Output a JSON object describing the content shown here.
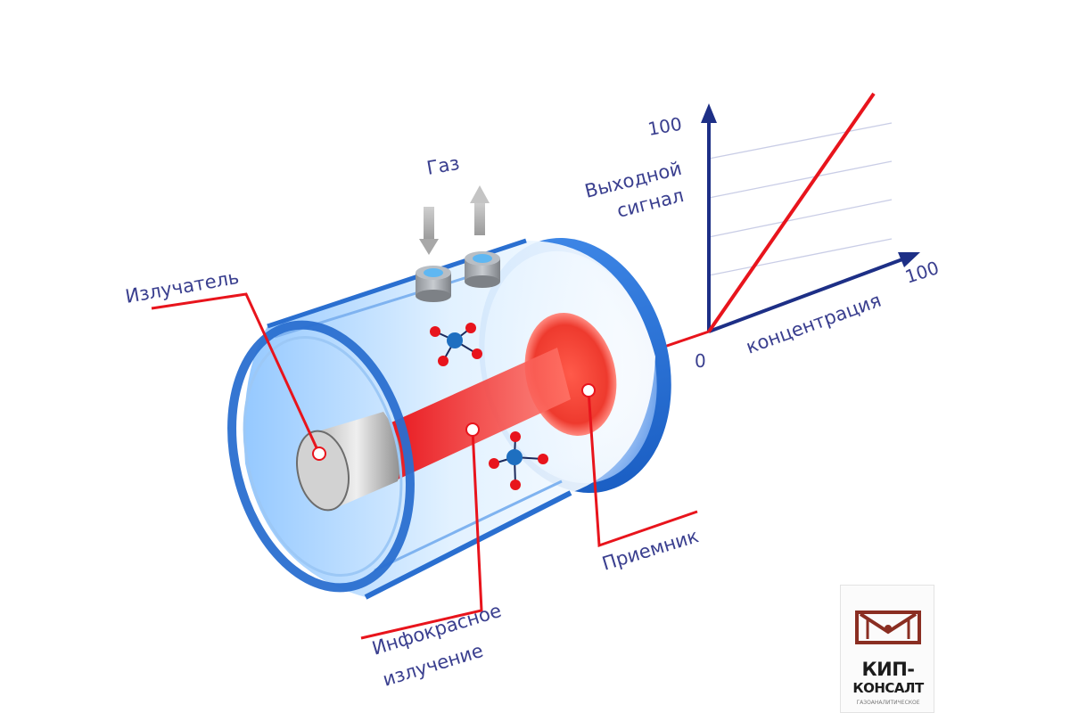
{
  "labels": {
    "emitter": "Излучатель",
    "gas": "Газ",
    "receiver": "Приемник",
    "infrared_line1": "Инфокрасное",
    "infrared_line2": "излучение"
  },
  "graph": {
    "y_label_line1": "Выходной",
    "y_label_line2": "сигнал",
    "x_label": "концентрация",
    "origin": "0",
    "y_max": "100",
    "x_max": "100",
    "line_color": "#e8141c",
    "axis_color": "#1d2f86"
  },
  "logo": {
    "line1": "КИП-",
    "line2": "КОНСАЛТ",
    "line3": "ГАЗОАНАЛИТИЧЕСКОЕ"
  },
  "colors": {
    "callout": "#e8141c",
    "label_text": "#3a3f8f",
    "cylinder": "#2a6fd0",
    "molecule_center": "#1e6fc0",
    "molecule_atom": "#e8141c"
  }
}
